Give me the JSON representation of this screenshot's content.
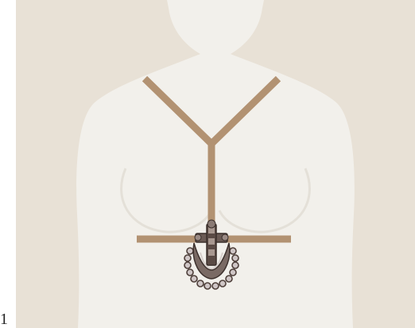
{
  "figure": {
    "number": "1",
    "colors": {
      "background": "#e8e1d6",
      "body": "#f2f0eb",
      "strap": "#b29272",
      "metal_dark": "#5a4a44",
      "metal_light": "#cfc6c6"
    },
    "items": [
      {
        "name": "mannequin-torso",
        "kind": "silhouette"
      },
      {
        "name": "harness-strap",
        "kind": "y-shaped-harness"
      },
      {
        "name": "pendant",
        "kind": "silver-ornament-with-bead-fringe"
      }
    ]
  }
}
